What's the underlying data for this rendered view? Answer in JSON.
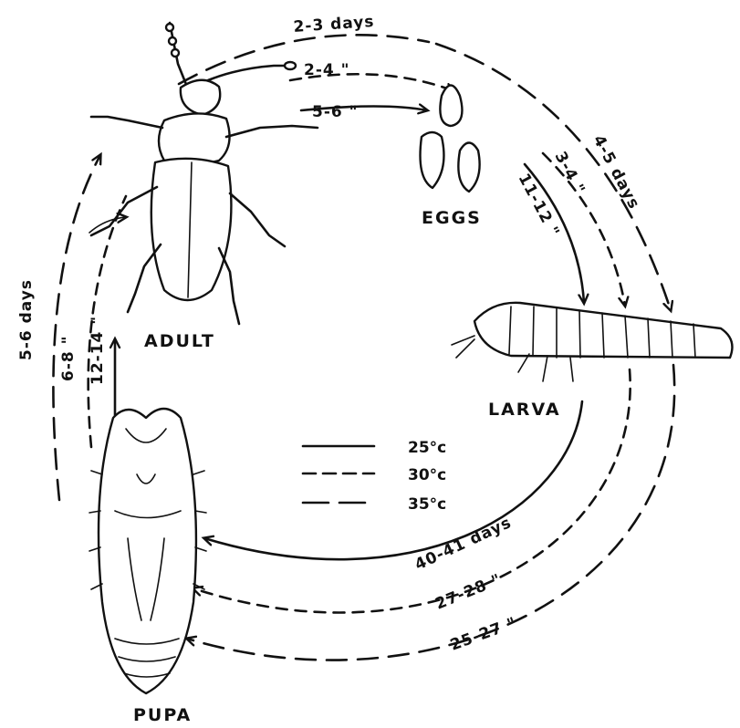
{
  "stages": {
    "eggs": "EGGS",
    "larva": "LARVA",
    "pupa": "PUPA",
    "adult": "ADULT"
  },
  "legend": [
    {
      "style": "solid",
      "temperature": "25°c"
    },
    {
      "style": "short-dash",
      "temperature": "30°c"
    },
    {
      "style": "long-dash",
      "temperature": "35°c"
    }
  ],
  "durations": {
    "adult_to_eggs": [
      "2-3 days",
      "2-4 \"",
      "5-6 \""
    ],
    "eggs_to_larva": [
      "4-5 days",
      "3-4 \"",
      "11-12 \""
    ],
    "larva_to_pupa": [
      "40-41 days",
      "27-28 \"",
      "25-27 \""
    ],
    "pupa_to_adult": [
      "5-6 days",
      "6-8 \"",
      "12-14 \""
    ]
  },
  "colors": {
    "ink": "#111111",
    "background": "#ffffff"
  }
}
